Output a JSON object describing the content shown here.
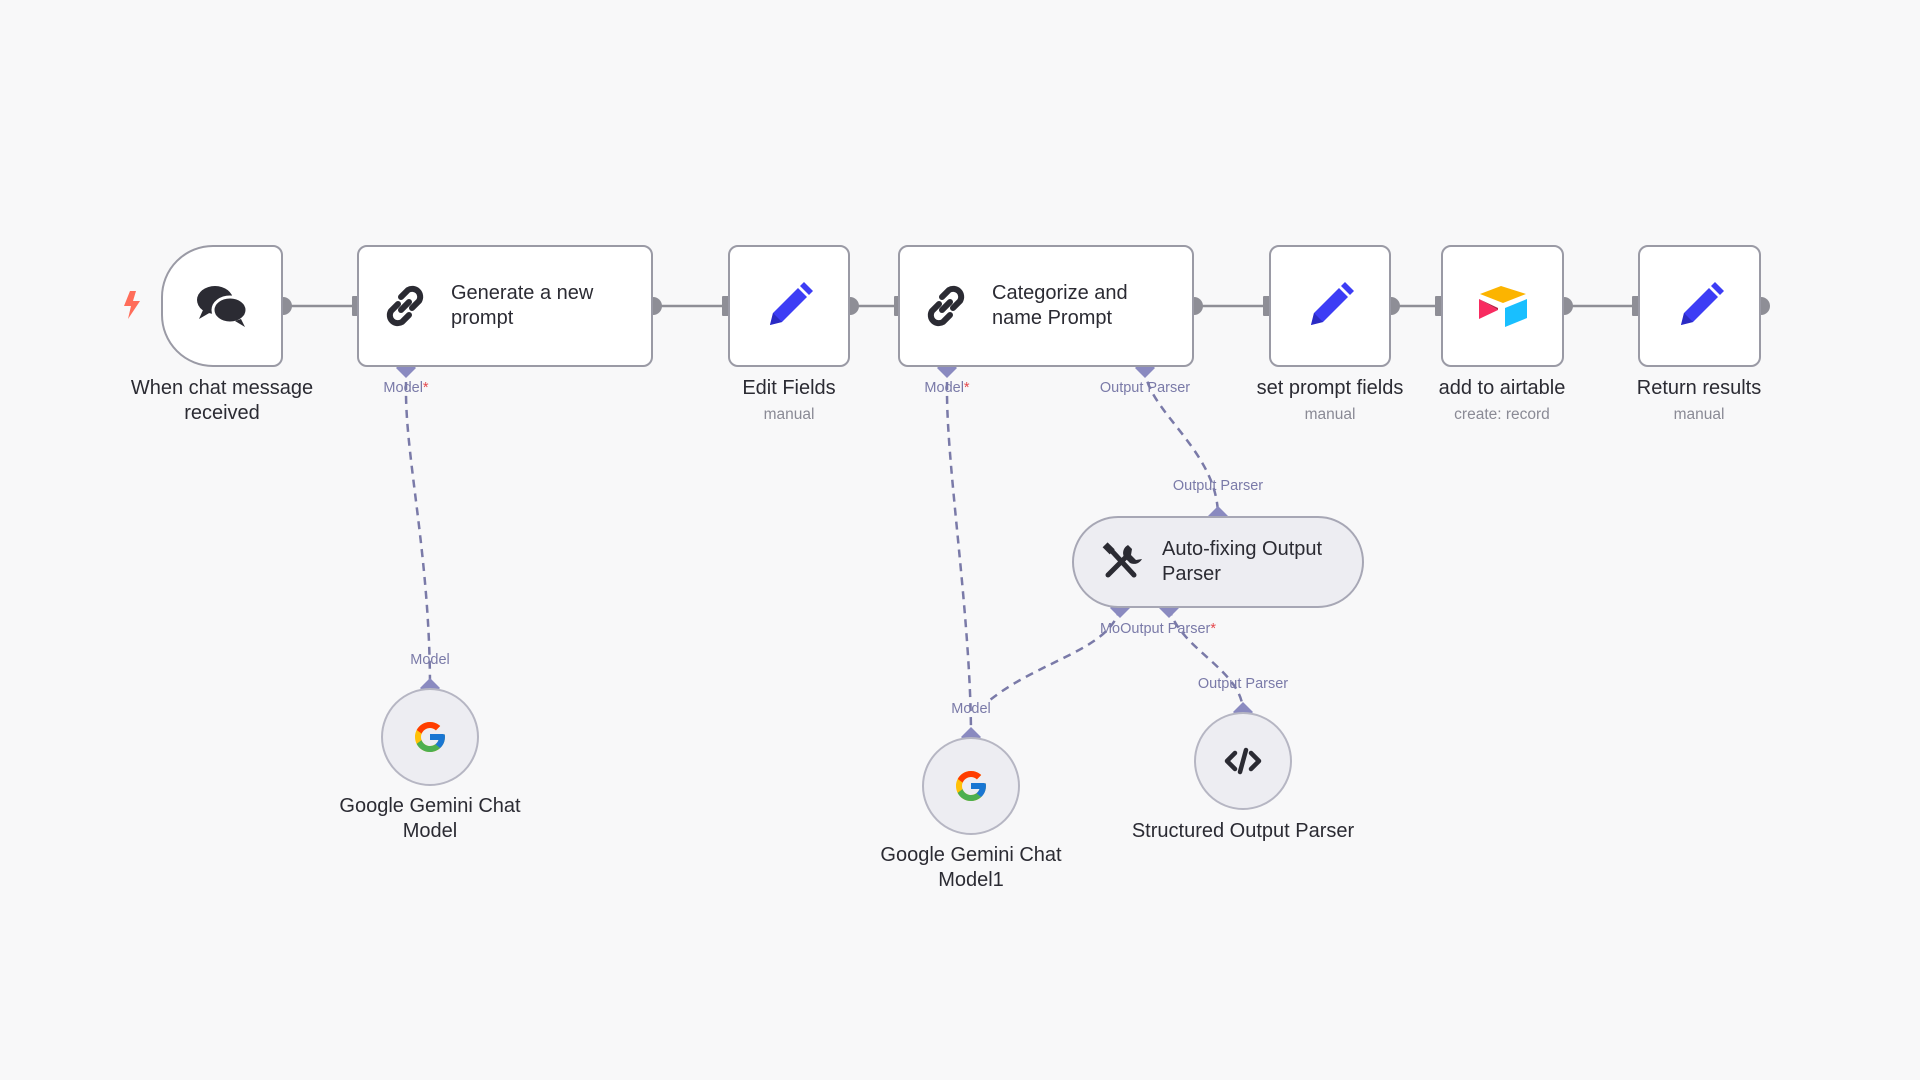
{
  "nodes": {
    "chat_trigger": {
      "title": "When chat message received",
      "icon": "chat-bubbles-icon"
    },
    "generate_prompt": {
      "title": "Generate a new prompt",
      "icon": "chain-link-icon"
    },
    "edit_fields": {
      "title": "Edit Fields",
      "subtitle": "manual",
      "icon": "pencil-icon"
    },
    "categorize_prompt": {
      "title": "Categorize and name Prompt",
      "icon": "chain-link-icon"
    },
    "set_prompt_fields": {
      "title": "set prompt fields",
      "subtitle": "manual",
      "icon": "pencil-icon"
    },
    "add_to_airtable": {
      "title": "add to airtable",
      "subtitle": "create: record",
      "icon": "airtable-icon"
    },
    "return_results": {
      "title": "Return results",
      "subtitle": "manual",
      "icon": "pencil-icon"
    },
    "auto_fixing_parser": {
      "title": "Auto-fixing Output Parser",
      "icon": "tools-icon"
    },
    "gemini_model": {
      "title": "Google Gemini Chat Model",
      "icon": "google-g-icon"
    },
    "gemini_model_1": {
      "title": "Google Gemini Chat Model1",
      "icon": "google-g-icon"
    },
    "structured_parser": {
      "title": "Structured Output Parser",
      "icon": "code-brackets-icon"
    }
  },
  "ports": {
    "model": "Model",
    "required_mark": "*",
    "output_parser": "Output Parser",
    "overlap_mo": "Mo"
  },
  "colors": {
    "canvas_bg": "#f8f8f9",
    "node_border": "#9a9aa5",
    "wire_main": "#8e8e96",
    "wire_ai": "#7a7aa8",
    "trigger_bolt": "#ff6d5a",
    "pencil_blue": "#3d3df5",
    "required": "#e5484d"
  }
}
